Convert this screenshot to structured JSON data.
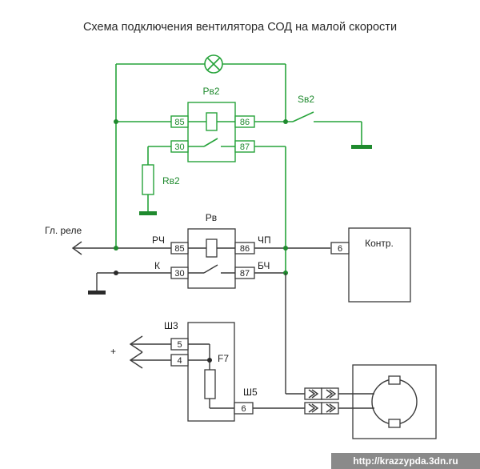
{
  "title": "Схема подключения вентилятора СОД на малой скорости",
  "relay_rv2": {
    "label": "Рв2",
    "pins": [
      "85",
      "86",
      "30",
      "87"
    ]
  },
  "switch_sv2": {
    "label": "Sв2"
  },
  "resistor_rv2": {
    "label": "Rв2"
  },
  "relay_rv": {
    "label": "Рв",
    "pins": [
      "85",
      "86",
      "30",
      "87"
    ]
  },
  "wires": {
    "main_relay": "Гл. реле",
    "rch": "РЧ",
    "k": "К",
    "chp": "ЧП",
    "bch": "БЧ"
  },
  "controller": {
    "label": "Контр.",
    "pin": "6"
  },
  "connector_sh3": {
    "label": "Ш3",
    "pins": [
      "5",
      "4"
    ],
    "plus": "+"
  },
  "fuse": {
    "label": "F7"
  },
  "connector_sh5": {
    "label": "Ш5",
    "pin": "6"
  },
  "watermark": "http://krazzypda.3dn.ru",
  "colors": {
    "green": "#26a33a",
    "dark": "#3a3a3a"
  }
}
